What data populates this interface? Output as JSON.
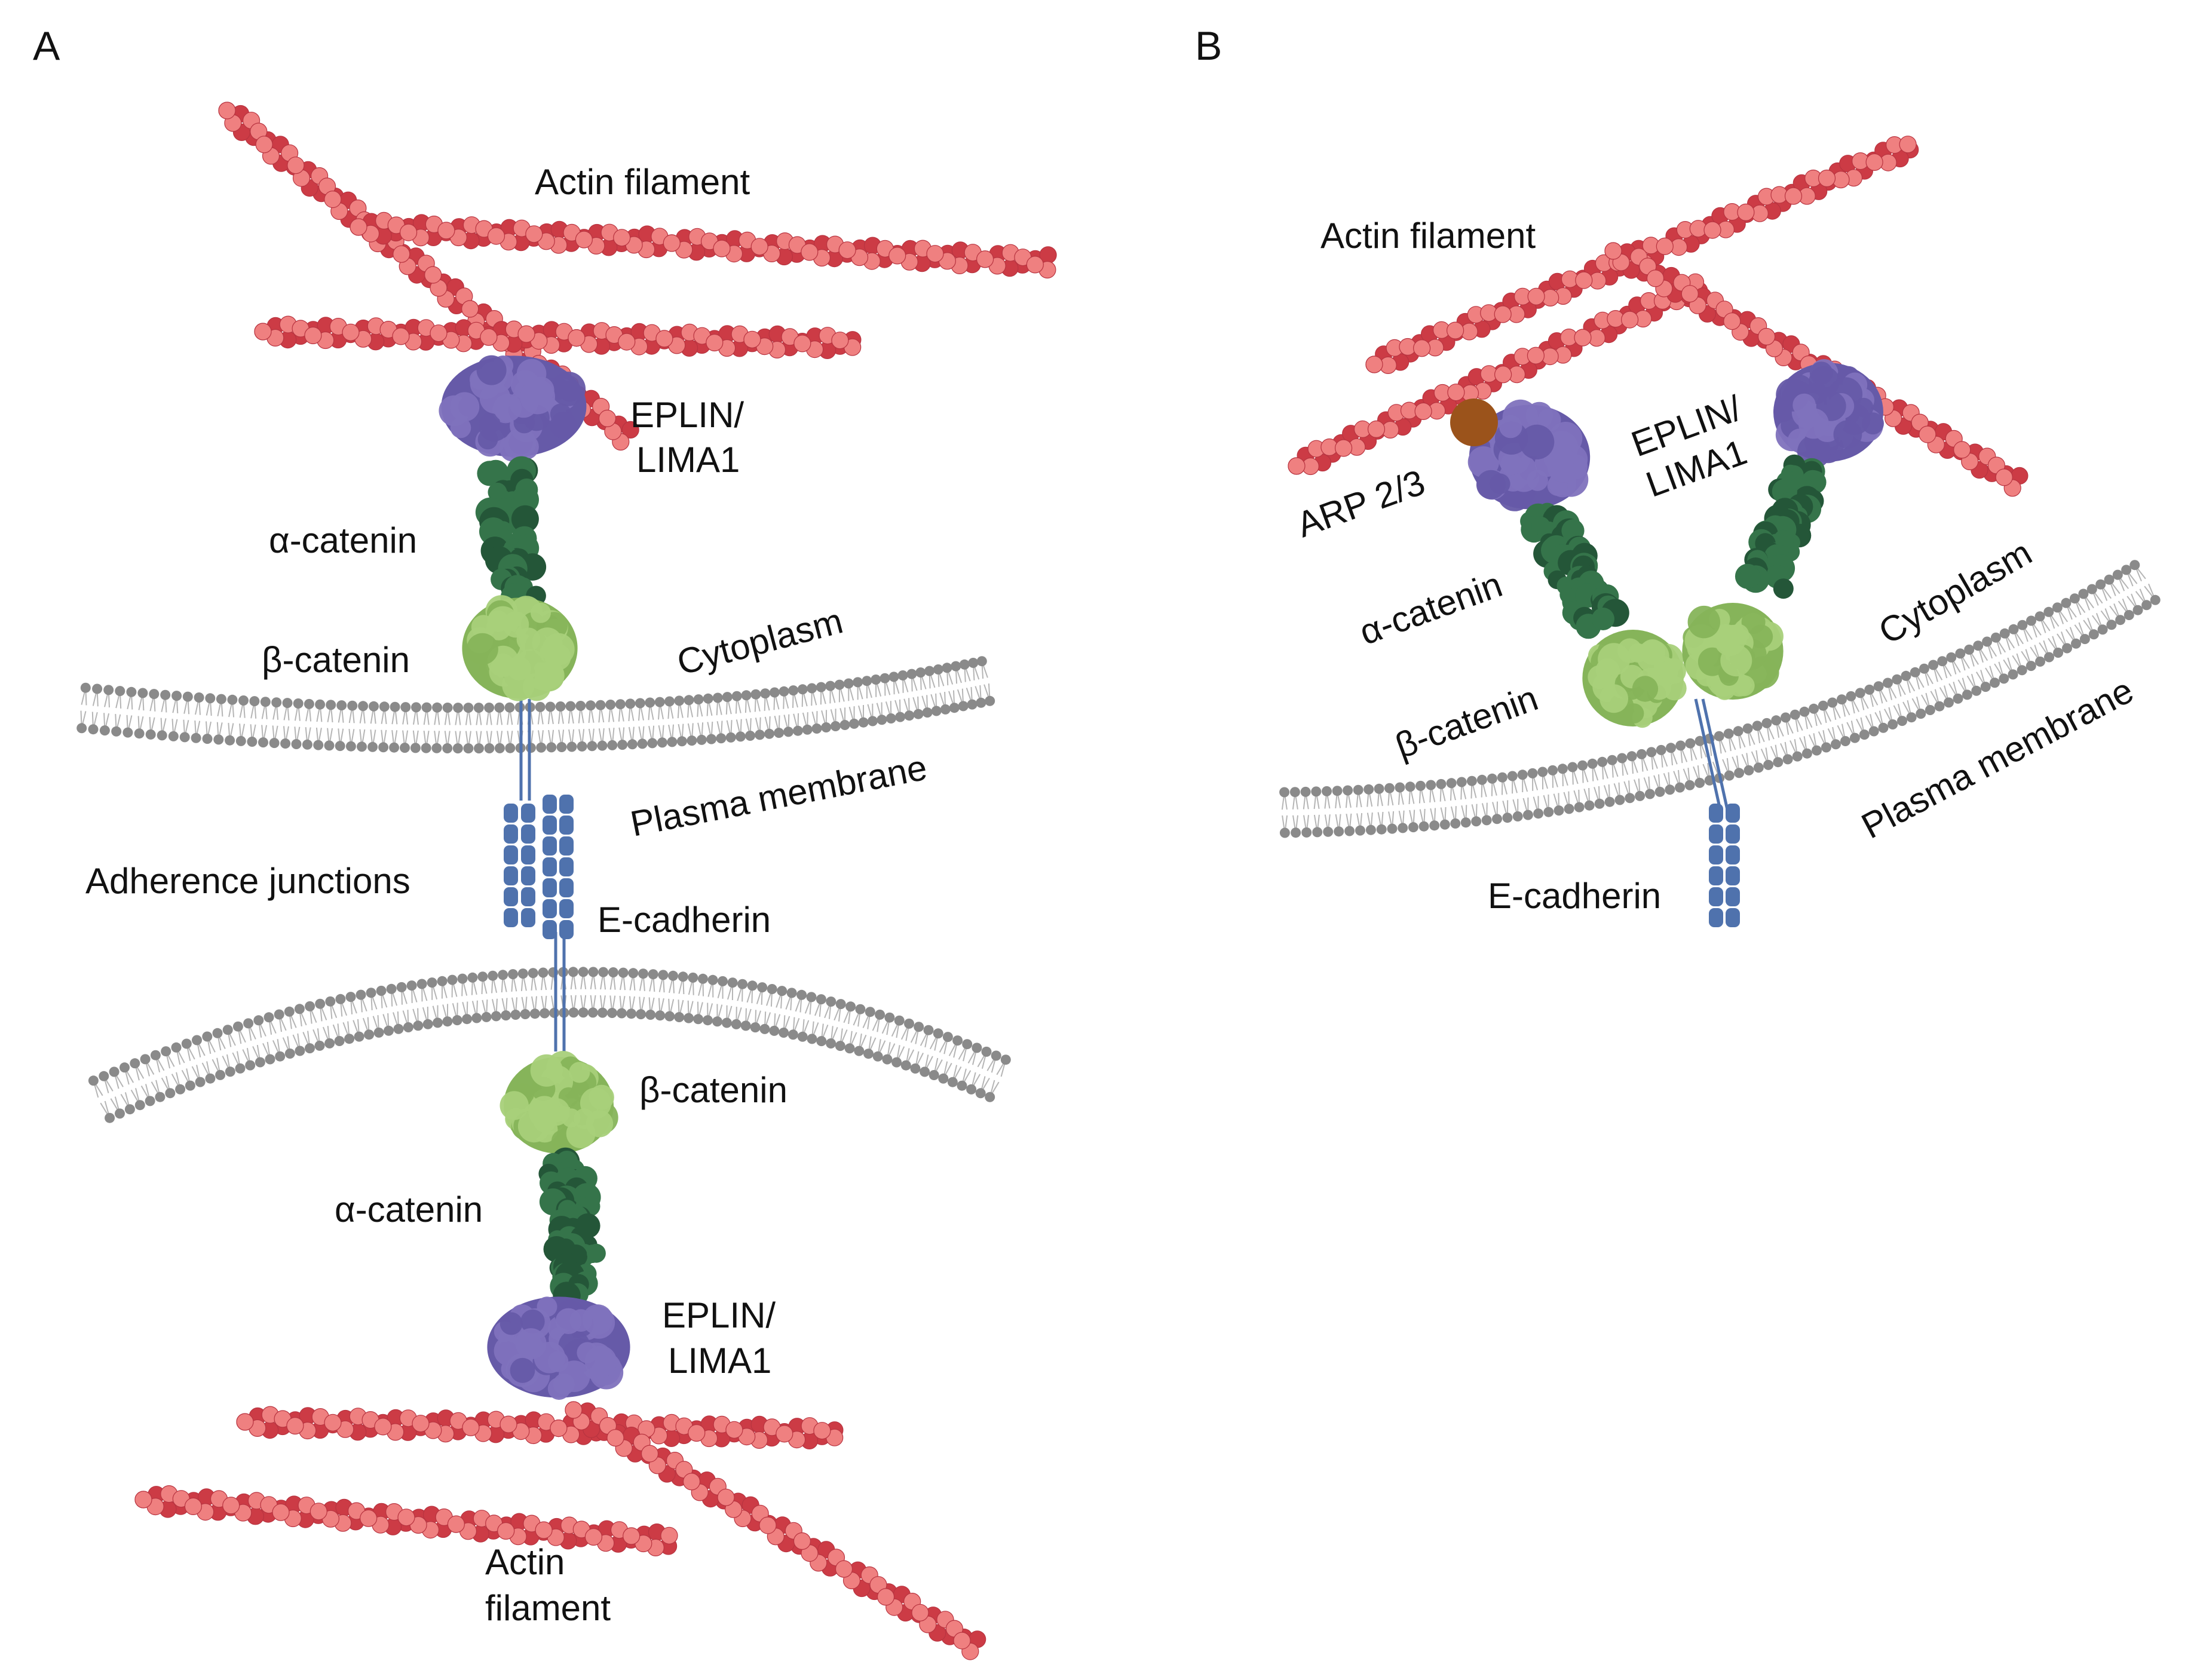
{
  "colors": {
    "actin_light": "#ef8080",
    "actin_dark": "#cc3b45",
    "eplin": "#7f72bd",
    "eplin_dark": "#665aa8",
    "alpha_catenin": "#35744a",
    "alpha_catenin_dark": "#245638",
    "beta_catenin": "#a8d07a",
    "beta_catenin_dark": "#86b45a",
    "cadherin": "#4f72ad",
    "membrane": "#8a8a8a",
    "arp": "#9b531b"
  },
  "icons": {
    "actin": "actin-filament-icon",
    "eplin": "eplin-protein-icon",
    "alpha": "alpha-catenin-icon",
    "beta": "beta-catenin-icon",
    "cadherin": "e-cadherin-icon",
    "membrane": "lipid-bilayer-icon",
    "arp": "arp23-complex-icon"
  },
  "panel_a": {
    "letter": "A",
    "actin_top": "Actin filament",
    "eplin_top_1": "EPLIN/",
    "eplin_top_2": "LIMA1",
    "alpha_top": "α-catenin",
    "beta_top": "β-catenin",
    "cytoplasm": "Cytoplasm",
    "plasma_membrane": "Plasma membrane",
    "adherence": "Adherence junctions",
    "cadherin": "E-cadherin",
    "beta_bottom": "β-catenin",
    "alpha_bottom": "α-catenin",
    "eplin_bottom_1": "EPLIN/",
    "eplin_bottom_2": "LIMA1",
    "actin_bottom_1": "Actin",
    "actin_bottom_2": "filament"
  },
  "panel_b": {
    "letter": "B",
    "actin": "Actin filament",
    "eplin_1": "EPLIN/",
    "eplin_2": "LIMA1",
    "arp": "ARP 2/3",
    "alpha": "α-catenin",
    "beta": "β-catenin",
    "cytoplasm": "Cytoplasm",
    "plasma_membrane": "Plasma membrane",
    "cadherin": "E-cadherin"
  }
}
